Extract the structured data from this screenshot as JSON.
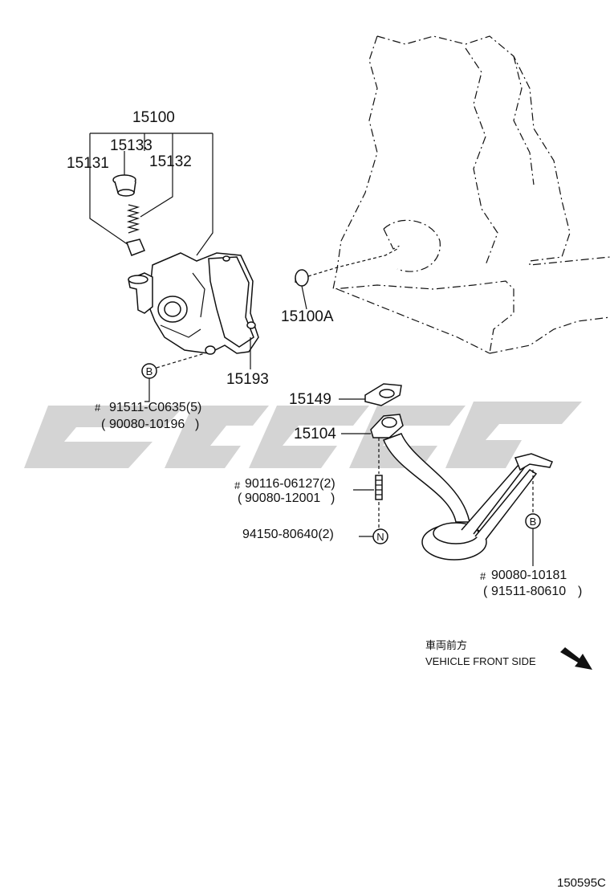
{
  "labels": {
    "assembly": "15100",
    "plug": "15131",
    "relief_valve": "15133",
    "spring": "15132",
    "pin": "15100A",
    "gasket": "15193",
    "strainer_gasket": "15149",
    "strainer": "15104",
    "bolt_b1_a": "91511-C0635(5)",
    "bolt_b1_b": "90080-10196",
    "stud_a": "90116-06127(2)",
    "stud_b": "90080-12001",
    "nut": "94150-80640(2)",
    "bolt_b2_a": "90080-10181",
    "bolt_b2_b": "91511-80610"
  },
  "markers": {
    "b_upper": "B",
    "b_lower": "B",
    "n": "N",
    "hash": "#"
  },
  "direction": {
    "jp": "車両前方",
    "en": "VEHICLE FRONT SIDE",
    "arrow_icon": "arrow-down-right-icon"
  },
  "figure_code": "150595C"
}
